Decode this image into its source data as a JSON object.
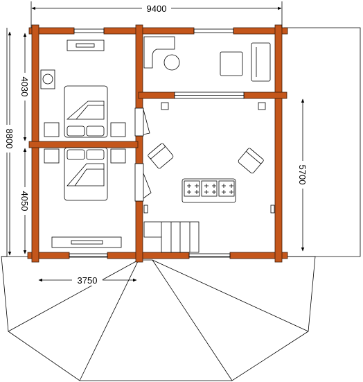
{
  "dimensions": {
    "overall_width": "9400",
    "overall_depth": "8800",
    "upper_bedroom_depth": "4030",
    "lower_bedroom_depth": "4050",
    "living_room_depth": "5700",
    "bedroom_width": "3750"
  },
  "colors": {
    "log_wall": "#c4561b",
    "outline": "#000000",
    "background": "#ffffff"
  }
}
